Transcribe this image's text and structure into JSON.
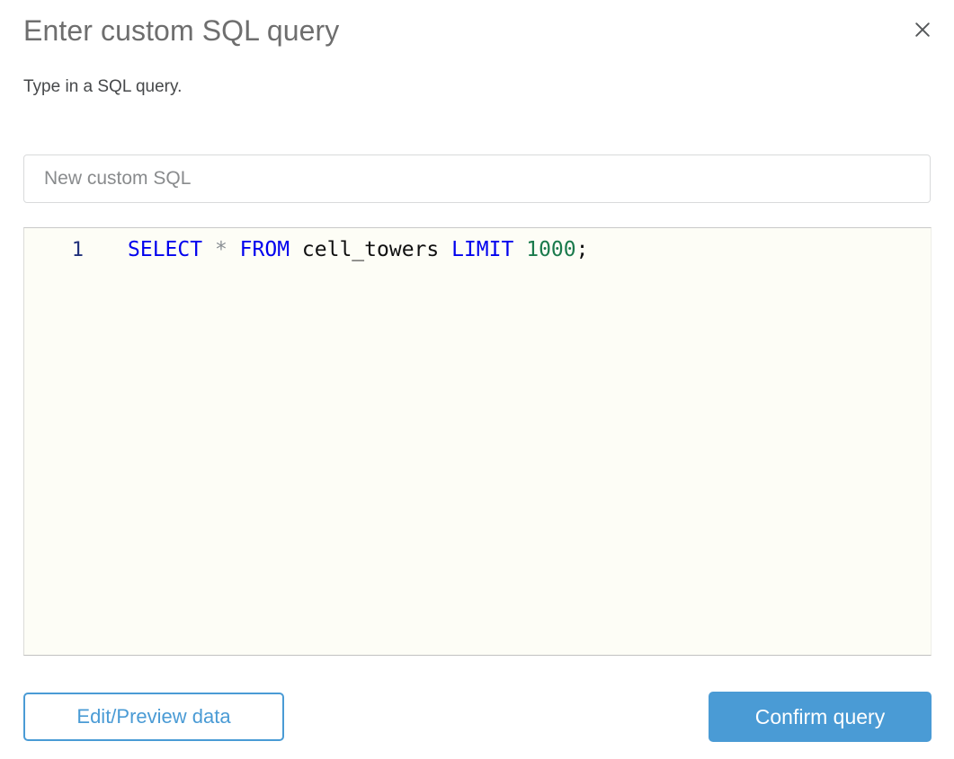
{
  "dialog": {
    "title": "Enter custom SQL query",
    "subtitle": "Type in a SQL query.",
    "close_icon": "close-icon"
  },
  "name_field": {
    "value": "",
    "placeholder": "New custom SQL"
  },
  "editor": {
    "line_number": "1",
    "query": "SELECT * FROM cell_towers LIMIT 1000;",
    "tokens": [
      {
        "text": "SELECT",
        "type": "kw"
      },
      {
        "text": " ",
        "type": "plain"
      },
      {
        "text": "*",
        "type": "star"
      },
      {
        "text": " ",
        "type": "plain"
      },
      {
        "text": "FROM",
        "type": "kw"
      },
      {
        "text": " ",
        "type": "plain"
      },
      {
        "text": "cell_towers",
        "type": "ident"
      },
      {
        "text": " ",
        "type": "plain"
      },
      {
        "text": "LIMIT",
        "type": "kw"
      },
      {
        "text": " ",
        "type": "plain"
      },
      {
        "text": "1000",
        "type": "num"
      },
      {
        "text": ";",
        "type": "punct"
      }
    ]
  },
  "footer": {
    "secondary_label": "Edit/Preview data",
    "primary_label": "Confirm query"
  },
  "colors": {
    "accent": "#4a9bd5",
    "keyword": "#0000ee",
    "number": "#1a7a4c",
    "line_number": "#20307a",
    "title_text": "#6e6e6e",
    "editor_background": "#fdfdf6"
  }
}
